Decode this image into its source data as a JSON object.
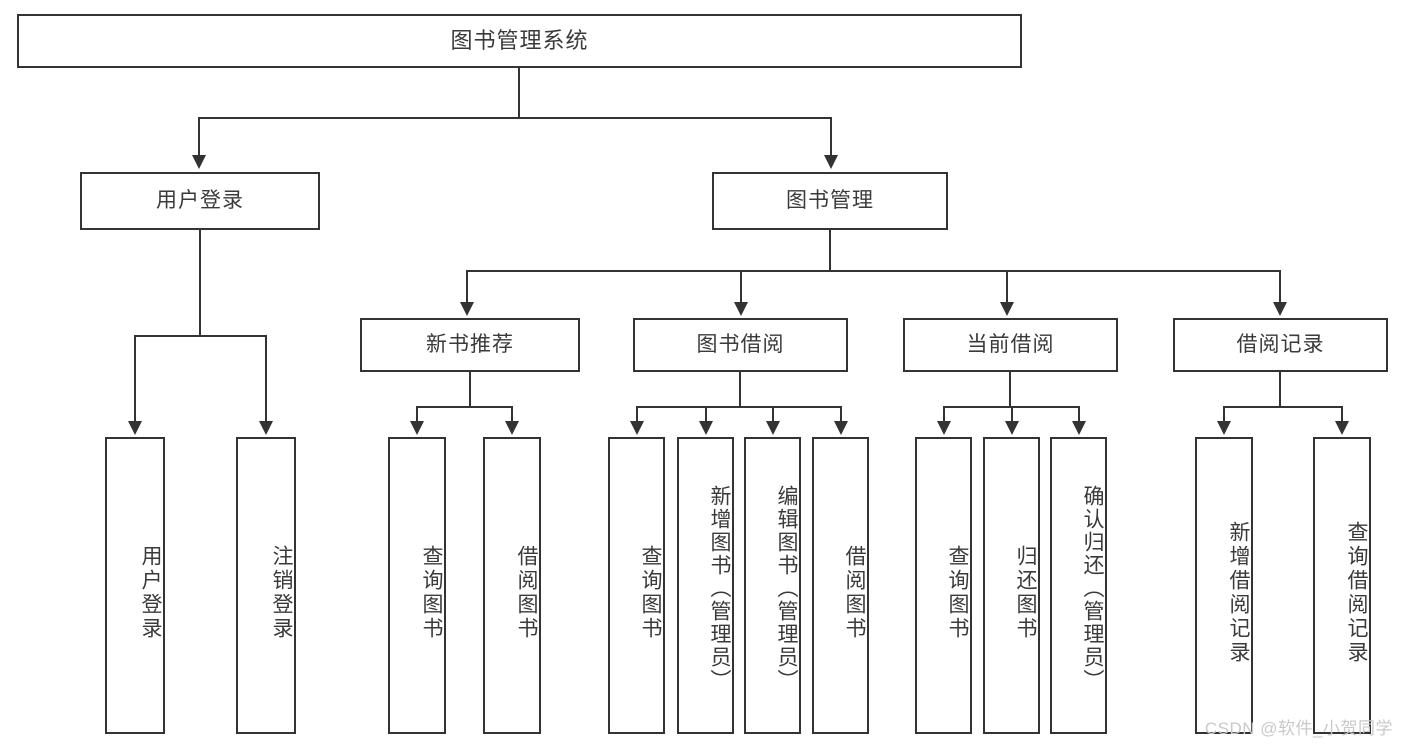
{
  "diagram": {
    "title": "图书管理系统",
    "type": "function-structure-tree",
    "root": {
      "label": "图书管理系统"
    },
    "level1": [
      {
        "label": "用户登录"
      },
      {
        "label": "图书管理"
      }
    ],
    "level2": [
      {
        "label": "新书推荐"
      },
      {
        "label": "图书借阅"
      },
      {
        "label": "当前借阅"
      },
      {
        "label": "借阅记录"
      }
    ],
    "leaves": {
      "user_login": [
        {
          "label": "用户登录"
        },
        {
          "label": "注销登录"
        }
      ],
      "new_book": [
        {
          "label": "查询图书"
        },
        {
          "label": "借阅图书"
        }
      ],
      "book_borrow": [
        {
          "label": "查询图书"
        },
        {
          "label": "新增图书（管理员）"
        },
        {
          "label": "编辑图书（管理员）"
        },
        {
          "label": "借阅图书"
        }
      ],
      "current_borrow": [
        {
          "label": "查询图书"
        },
        {
          "label": "归还图书"
        },
        {
          "label": "确认归还（管理员）"
        }
      ],
      "borrow_record": [
        {
          "label": "新增借阅记录"
        },
        {
          "label": "查询借阅记录"
        }
      ]
    }
  },
  "watermark": {
    "text": "CSDN @软件_小贺同学"
  },
  "colors": {
    "stroke": "#333333",
    "text": "#3a3a3a",
    "background": "#ffffff",
    "watermark": "#c9c9c9"
  }
}
